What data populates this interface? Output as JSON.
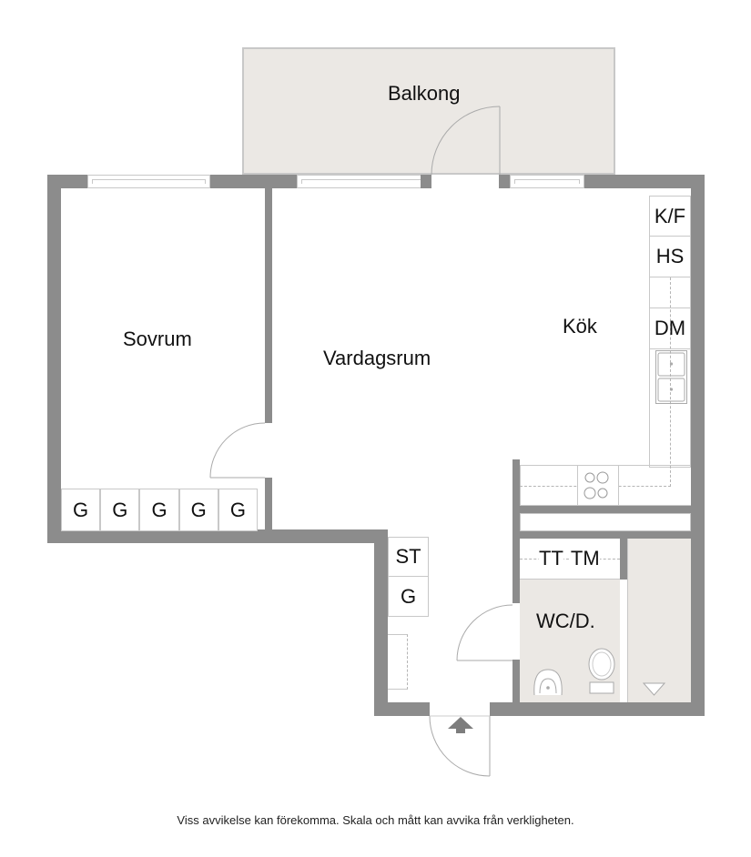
{
  "plan": {
    "rooms": {
      "balcony": "Balkong",
      "bedroom": "Sovrum",
      "living_room": "Vardagsrum",
      "kitchen": "Kök",
      "bathroom": "WC/D."
    },
    "kitchen_units": [
      "K/F",
      "HS",
      "DM"
    ],
    "wardrobes": [
      "G",
      "G",
      "G",
      "G",
      "G"
    ],
    "hall_units": [
      "ST",
      "G"
    ],
    "laundry_units": [
      "TT",
      "TM"
    ],
    "symbols": [
      "entrance-arrow-icon",
      "stove-icon",
      "sink-icon",
      "toilet-icon",
      "washbasin-icon",
      "floor-drain-icon"
    ],
    "colors": {
      "wall": "#8c8c8c",
      "wet_floor": "#ebe8e4",
      "lines": "#c8c8c8"
    }
  },
  "footer": {
    "disclaimer": "Viss avvikelse kan förekomma. Skala och mått kan avvika från verkligheten."
  }
}
